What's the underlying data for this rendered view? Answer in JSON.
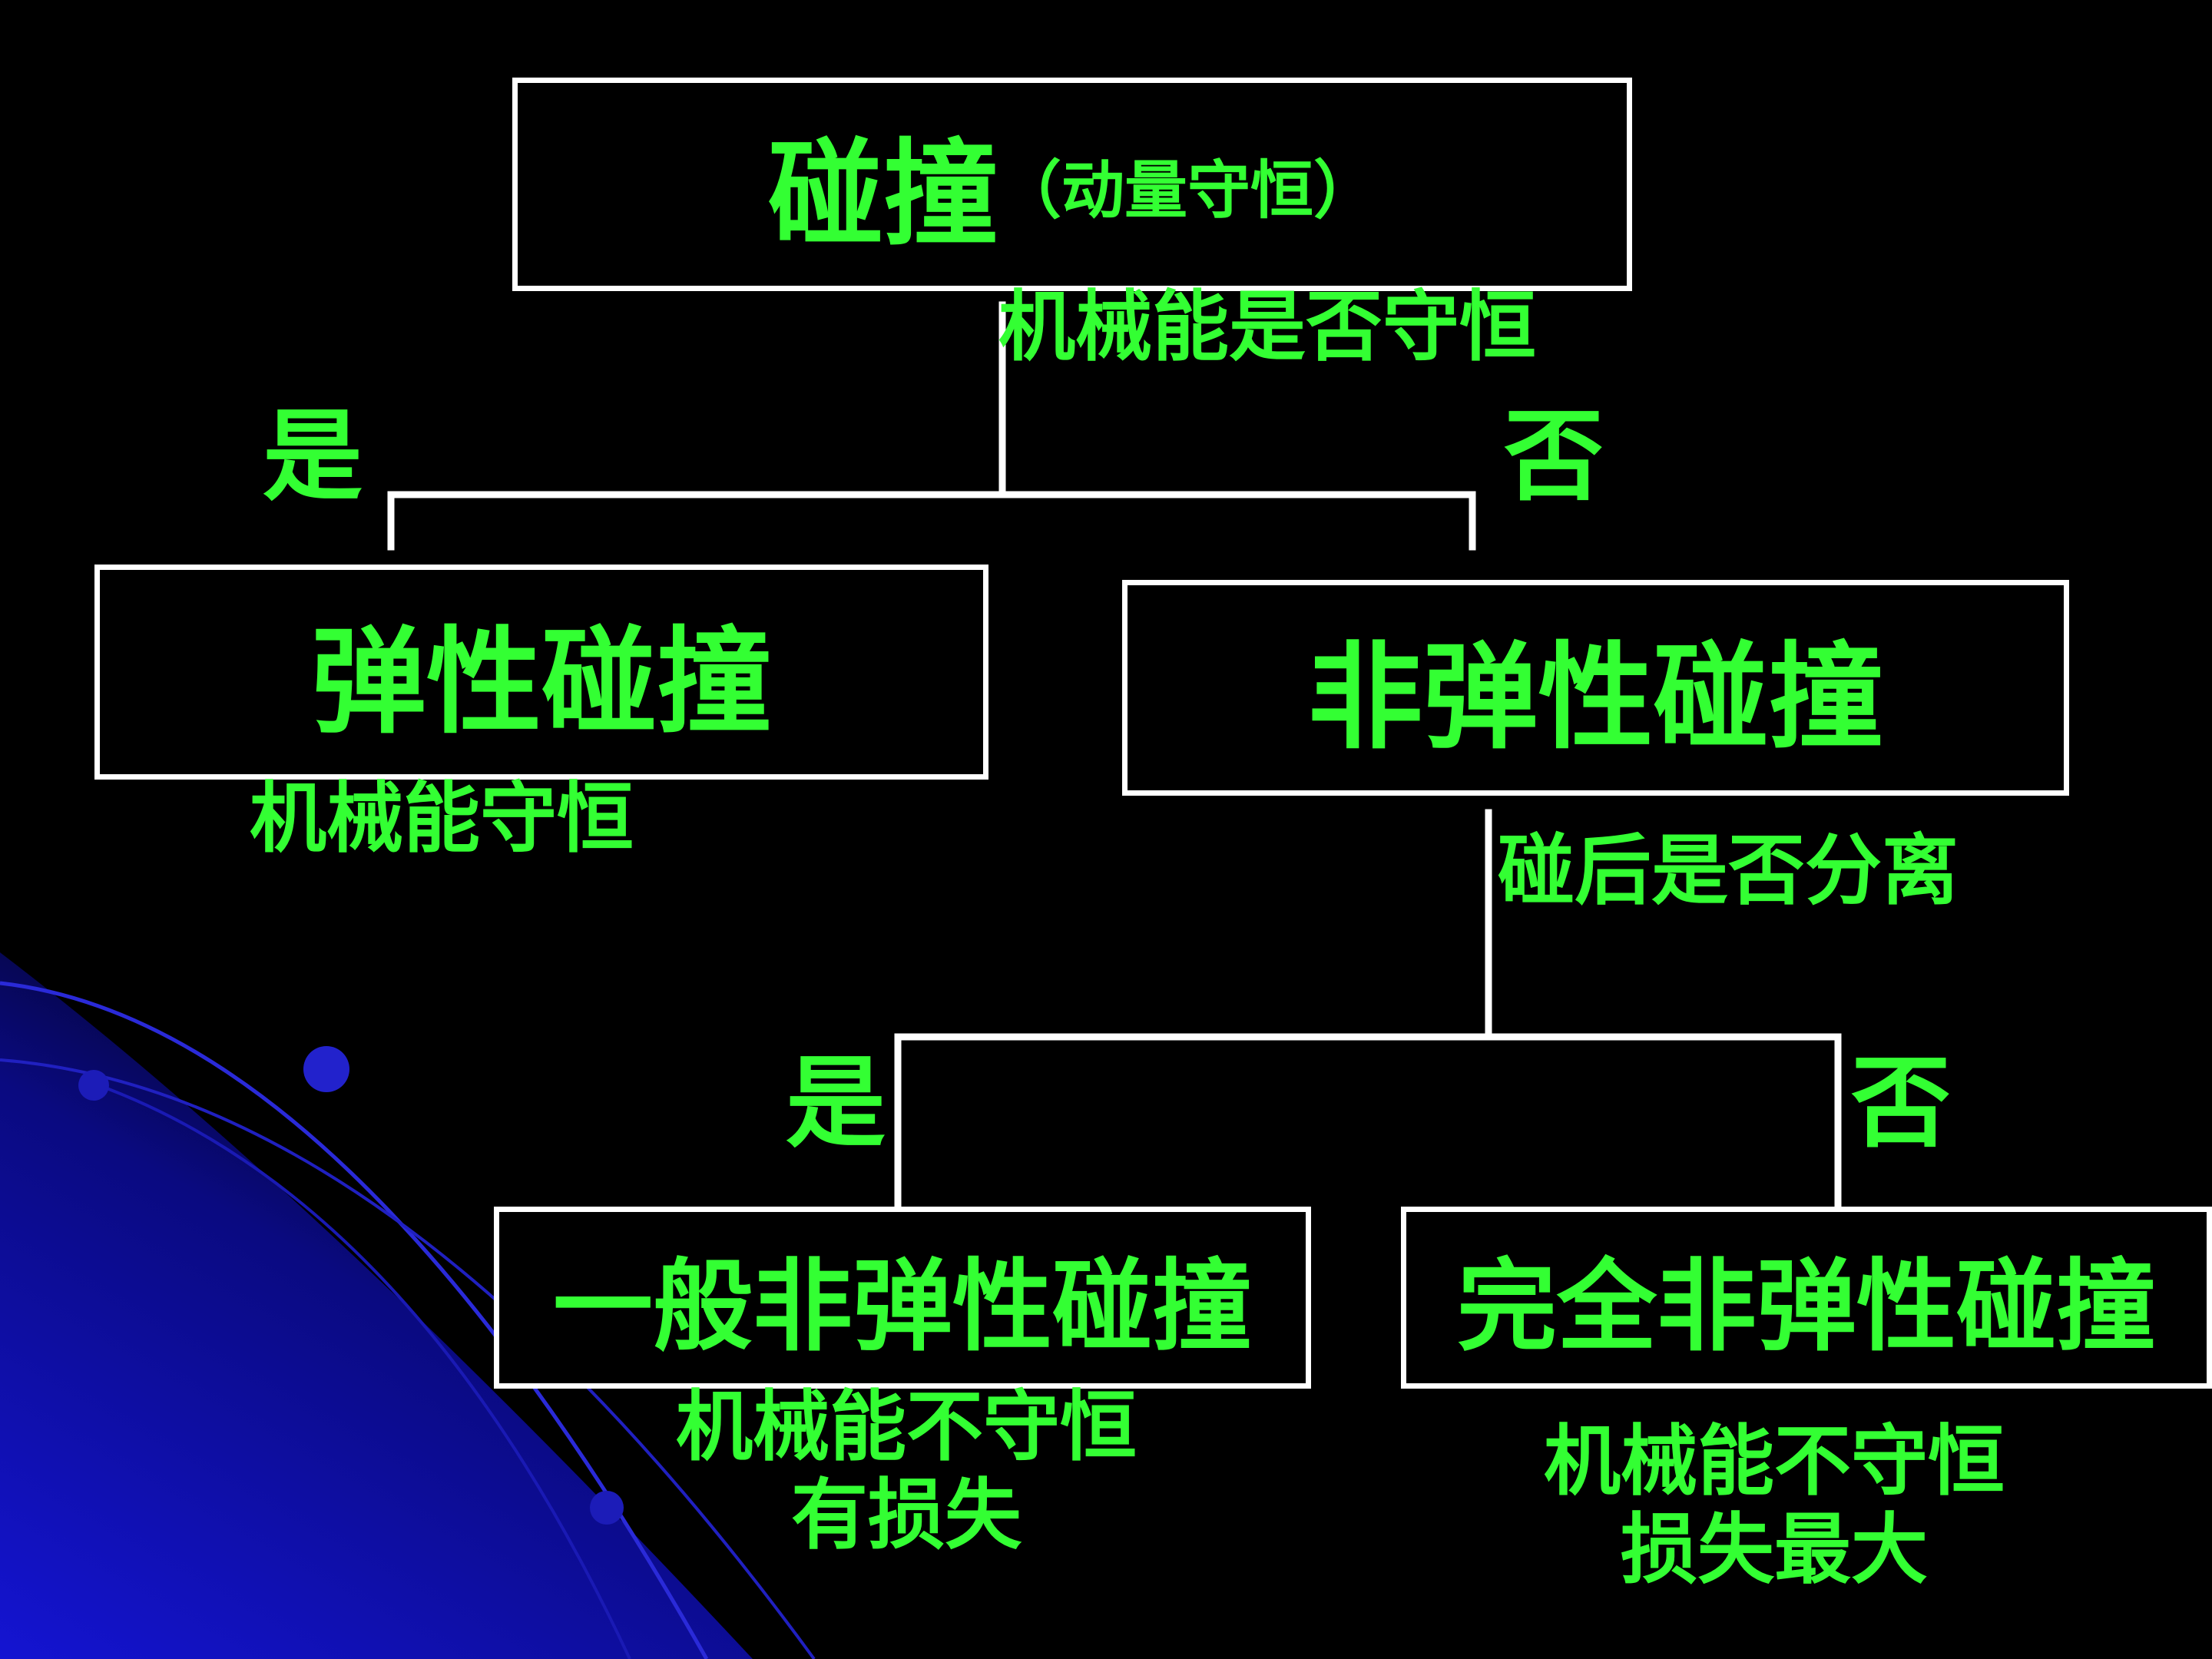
{
  "colors": {
    "background": "#000000",
    "text": "#33ff33",
    "box_border": "#ffffff",
    "decoration": "#1010c8"
  },
  "root": {
    "title": "碰撞",
    "subtitle": "（动量守恒）",
    "question": "机械能是否守恒"
  },
  "branch1": {
    "yes": "是",
    "no": "否"
  },
  "elastic": {
    "title": "弹性碰撞",
    "note": "机械能守恒"
  },
  "inelastic": {
    "title": "非弹性碰撞",
    "question": "碰后是否分离"
  },
  "branch2": {
    "yes": "是",
    "no": "否"
  },
  "general": {
    "title": "一般非弹性碰撞",
    "note_line1": "机械能不守恒",
    "note_line2": "有损失"
  },
  "perfect": {
    "title": "完全非弹性碰撞",
    "note_line1": "机械能不守恒",
    "note_line2": "损失最大"
  }
}
